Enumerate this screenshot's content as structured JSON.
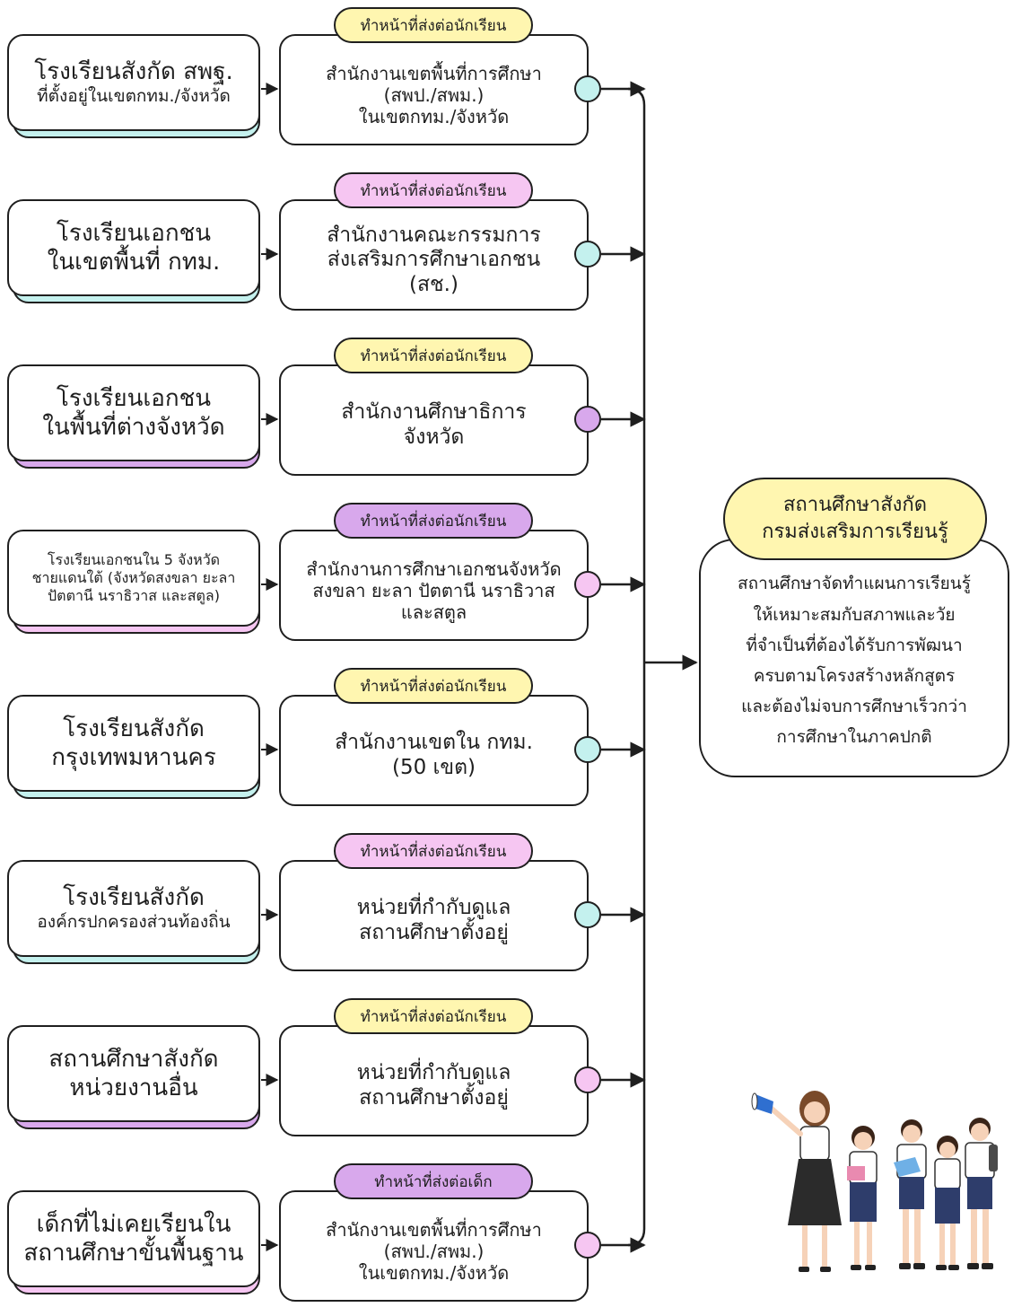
{
  "colors": {
    "yellow": "#fff6b0",
    "pink": "#f6c6f2",
    "purple": "#d8a8ec",
    "cyan": "#c4f1ee",
    "line": "#1f1f1f"
  },
  "rows": [
    {
      "source": [
        "โรงเรียนสังกัด สพฐ.",
        "ที่ตั้งอยู่ในเขตกทม./จังหวัด"
      ],
      "source_size": "lg-sm",
      "shadow_color": "#c4f1ee",
      "pill_text": "ทำหน้าที่ส่งต่อนักเรียน",
      "pill_color": "#fff6b0",
      "agency": [
        "สำนักงานเขตพื้นที่การศึกษา",
        "(สพป./สพม.)",
        "ในเขตกทม./จังหวัด"
      ],
      "agency_size": "ms",
      "dot_color": "#c4f1ee"
    },
    {
      "source": [
        "โรงเรียนเอกชน",
        "ในเขตพื้นที่ กทม."
      ],
      "source_size": "lg",
      "shadow_color": "#c4f1ee",
      "pill_text": "ทำหน้าที่ส่งต่อนักเรียน",
      "pill_color": "#f6c6f2",
      "agency": [
        "สำนักงานคณะกรรมการ",
        "ส่งเสริมการศึกษาเอกชน",
        "(สช.)"
      ],
      "agency_size": "m",
      "dot_color": "#c4f1ee"
    },
    {
      "source": [
        "โรงเรียนเอกชน",
        "ในพื้นที่ต่างจังหวัด"
      ],
      "source_size": "lg",
      "shadow_color": "#d8a8ec",
      "pill_text": "ทำหน้าที่ส่งต่อนักเรียน",
      "pill_color": "#fff6b0",
      "agency": [
        "สำนักงานศึกษาธิการ",
        "จังหวัด"
      ],
      "agency_size": "m",
      "dot_color": "#d8a8ec"
    },
    {
      "source": [
        "โรงเรียนเอกชนใน 5 จังหวัด",
        "ชายแดนใต้ (จังหวัดสงขลา ยะลา",
        "ปัตตานี นราธิวาส และสตูล)"
      ],
      "source_size": "xs",
      "shadow_color": "#f6c6f2",
      "pill_text": "ทำหน้าที่ส่งต่อนักเรียน",
      "pill_color": "#d8a8ec",
      "agency": [
        "สำนักงานการศึกษาเอกชนจังหวัด",
        "สงขลา ยะลา ปัตตานี นราธิวาส",
        "และสตูล"
      ],
      "agency_size": "ms",
      "dot_color": "#f6c6f2"
    },
    {
      "source": [
        "โรงเรียนสังกัด",
        "กรุงเทพมหานคร"
      ],
      "source_size": "lg",
      "shadow_color": "#c4f1ee",
      "pill_text": "ทำหน้าที่ส่งต่อนักเรียน",
      "pill_color": "#fff6b0",
      "agency": [
        "สำนักงานเขตใน กทม.",
        "(50 เขต)"
      ],
      "agency_size": "m",
      "dot_color": "#c4f1ee"
    },
    {
      "source": [
        "โรงเรียนสังกัด",
        "องค์กรปกครองส่วนท้องถิ่น"
      ],
      "source_size": "lg-sm",
      "shadow_color": "#c4f1ee",
      "pill_text": "ทำหน้าที่ส่งต่อนักเรียน",
      "pill_color": "#f6c6f2",
      "agency": [
        "หน่วยที่กำกับดูแล",
        "สถานศึกษาตั้งอยู่"
      ],
      "agency_size": "m",
      "dot_color": "#c4f1ee"
    },
    {
      "source": [
        "สถานศึกษาสังกัด",
        "หน่วยงานอื่น"
      ],
      "source_size": "lg",
      "shadow_color": "#d8a8ec",
      "pill_text": "ทำหน้าที่ส่งต่อนักเรียน",
      "pill_color": "#fff6b0",
      "agency": [
        "หน่วยที่กำกับดูแล",
        "สถานศึกษาตั้งอยู่"
      ],
      "agency_size": "m",
      "dot_color": "#f6c6f2"
    },
    {
      "source": [
        "เด็กที่ไม่เคยเรียนใน",
        "สถานศึกษาขั้นพื้นฐาน"
      ],
      "source_size": "lg",
      "shadow_color": "#f6c6f2",
      "pill_text": "ทำหน้าที่ส่งต่อเด็ก",
      "pill_color": "#d8a8ec",
      "agency": [
        "สำนักงานเขตพื้นที่การศึกษา",
        "(สพป./สพม.)",
        "ในเขตกทม./จังหวัด"
      ],
      "agency_size": "ms",
      "dot_color": "#f6c6f2"
    }
  ],
  "destination": {
    "title": [
      "สถานศึกษาสังกัด",
      "กรมส่งเสริมการเรียนรู้"
    ],
    "body": [
      "สถานศึกษาจัดทำแผนการเรียนรู้",
      "ให้เหมาะสมกับสภาพและวัย",
      "ที่จำเป็นที่ต้องได้รับการพัฒนา",
      "ครบตามโครงสร้างหลักสูตร",
      "และต้องไม่จบการศึกษาเร็วกว่า",
      "การศึกษาในภาคปกติ"
    ]
  },
  "illustration": "students-group-illustration"
}
